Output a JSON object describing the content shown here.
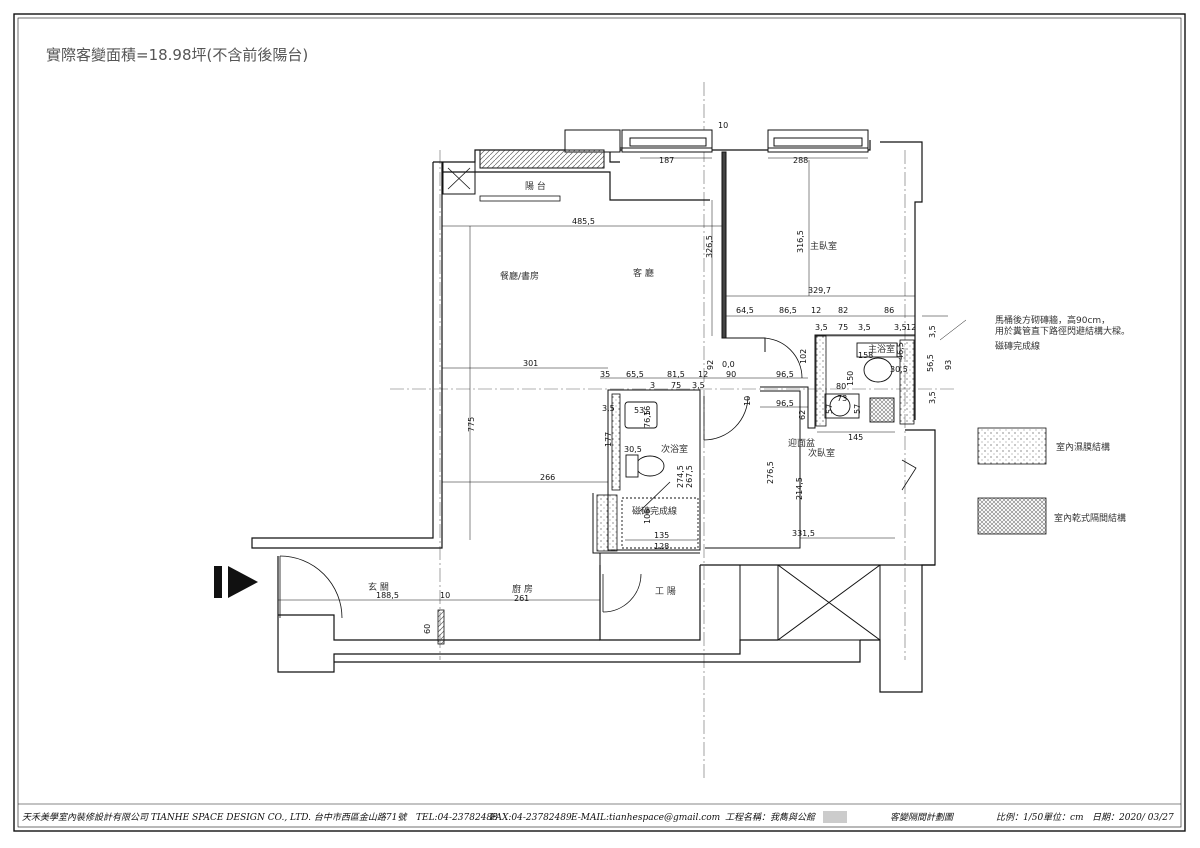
{
  "plan": {
    "title": "實際客變面積=18.98坪(不含前後陽台)"
  },
  "rooms": {
    "balcony": "陽 台",
    "dining_study": "餐廳/書房",
    "living": "客 廳",
    "master_bedroom": "主臥室",
    "master_bath": "主浴室",
    "second_bath": "次浴室",
    "second_bedroom": "次臥室",
    "vanity": "迎面盆",
    "entrance": "玄 關",
    "kitchen": "廚 房",
    "service": "工 陽"
  },
  "notes": {
    "toilet_wall_1": "馬桶後方砌磚牆，高90cm，",
    "toilet_wall_2": "用於糞管直下路徑閃避結構大樑。",
    "tile_line_1": "磁磚完成線",
    "tile_line_2": "磁磚完成線"
  },
  "legend": {
    "wet_structure": "室內濕膜結構",
    "dry_partition": "室內乾式隔間結構"
  },
  "dimensions": {
    "d10_top": "10",
    "d187": "187",
    "d288": "288",
    "d485": "485,5",
    "d326": "326,5",
    "d316": "316,5",
    "d329": "329,7",
    "d64": "64,5",
    "d86a": "86,5",
    "d12a": "12",
    "d82": "82",
    "d86b": "86",
    "d35a": "3,5",
    "d75a": "75",
    "d35b": "3,5",
    "d35c": "3,5",
    "d12b": "12",
    "d35d": "3,5",
    "d158": "158",
    "d465": "46,5",
    "d565": "56,5",
    "d93": "93",
    "d305a": "30,5",
    "d80": "80",
    "d150": "150",
    "d73": "73",
    "d57a": "57",
    "d57b": "57",
    "d35e": "3,5",
    "d145": "145",
    "d301": "301",
    "d92": "92",
    "d00": "0,0",
    "d35f": "35",
    "d655": "65,5",
    "d815": "81,5",
    "d12c": "12",
    "d90": "90",
    "d965a": "96,5",
    "d3": "3",
    "d75b": "75",
    "d35g": "3,5",
    "d102": "102",
    "d10b": "10",
    "d965b": "96,5",
    "d62": "62",
    "d35h": "3,5",
    "d53": "53",
    "d765": "76,5",
    "d16": "16",
    "d177": "177",
    "d305b": "30,5",
    "d775": "775",
    "d266": "266",
    "d2745": "274,5",
    "d2675": "267,5",
    "d2765": "276,5",
    "d2145": "214,5",
    "d106": "106",
    "d135": "135",
    "d128": "128",
    "d3315": "331,5",
    "d1885": "188,5",
    "d10c": "10",
    "d261": "261",
    "d60": "60"
  },
  "footer": {
    "company": "天禾美學室內裝修設計有限公司 TIANHE SPACE DESIGN CO., LTD. 台中市西區金山路71號",
    "tel": "TEL:04-23782488",
    "fax": "FAX:04-23782489",
    "email": "E-MAIL:tianhespace@gmail.com",
    "project": "工程名稱：我雋與公館",
    "drawing": "客變隔間計劃圖",
    "scale": "比例：1/50",
    "unit": "單位：cm",
    "date": "日期：2020/ 03/27"
  },
  "colors": {
    "line": "#111111",
    "axis": "#666666",
    "wall_fill": "#555555",
    "hatch": "#999999"
  }
}
